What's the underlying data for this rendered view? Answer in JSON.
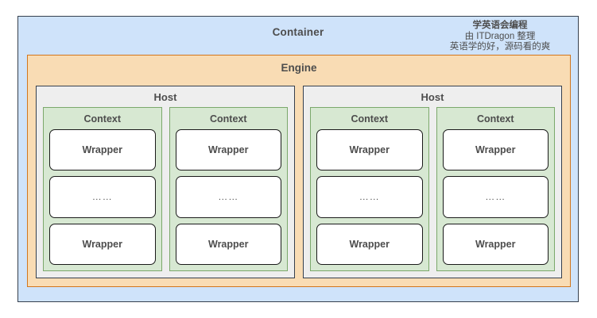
{
  "diagram": {
    "type": "nested-architecture",
    "container": {
      "label": "Container",
      "color": "#cfe3fa",
      "border_color": "#36404e"
    },
    "engine": {
      "label": "Engine",
      "color": "#f9dcb4",
      "border_color": "#d2761d"
    },
    "host_label": "Host",
    "context_label": "Context",
    "wrapper_label": "Wrapper",
    "ellipsis_label": "……",
    "host_color": "#eeeeee",
    "context_color": "#d7e8d2",
    "wrapper_color": "#ffffff",
    "hosts": [
      {
        "label": "Host",
        "contexts": [
          {
            "label": "Context",
            "wrappers": [
              {
                "label": "Wrapper",
                "kind": "wrapper"
              },
              {
                "label": "……",
                "kind": "ellipsis"
              },
              {
                "label": "Wrapper",
                "kind": "wrapper"
              }
            ]
          },
          {
            "label": "Context",
            "wrappers": [
              {
                "label": "Wrapper",
                "kind": "wrapper"
              },
              {
                "label": "……",
                "kind": "ellipsis"
              },
              {
                "label": "Wrapper",
                "kind": "wrapper"
              }
            ]
          }
        ]
      },
      {
        "label": "Host",
        "contexts": [
          {
            "label": "Context",
            "wrappers": [
              {
                "label": "Wrapper",
                "kind": "wrapper"
              },
              {
                "label": "……",
                "kind": "ellipsis"
              },
              {
                "label": "Wrapper",
                "kind": "wrapper"
              }
            ]
          },
          {
            "label": "Context",
            "wrappers": [
              {
                "label": "Wrapper",
                "kind": "wrapper"
              },
              {
                "label": "……",
                "kind": "ellipsis"
              },
              {
                "label": "Wrapper",
                "kind": "wrapper"
              }
            ]
          }
        ]
      }
    ]
  },
  "watermark": {
    "line1": "学英语会编程",
    "line2": "由 ITDragon 整理",
    "line3": "英语学的好，源码看的爽"
  }
}
